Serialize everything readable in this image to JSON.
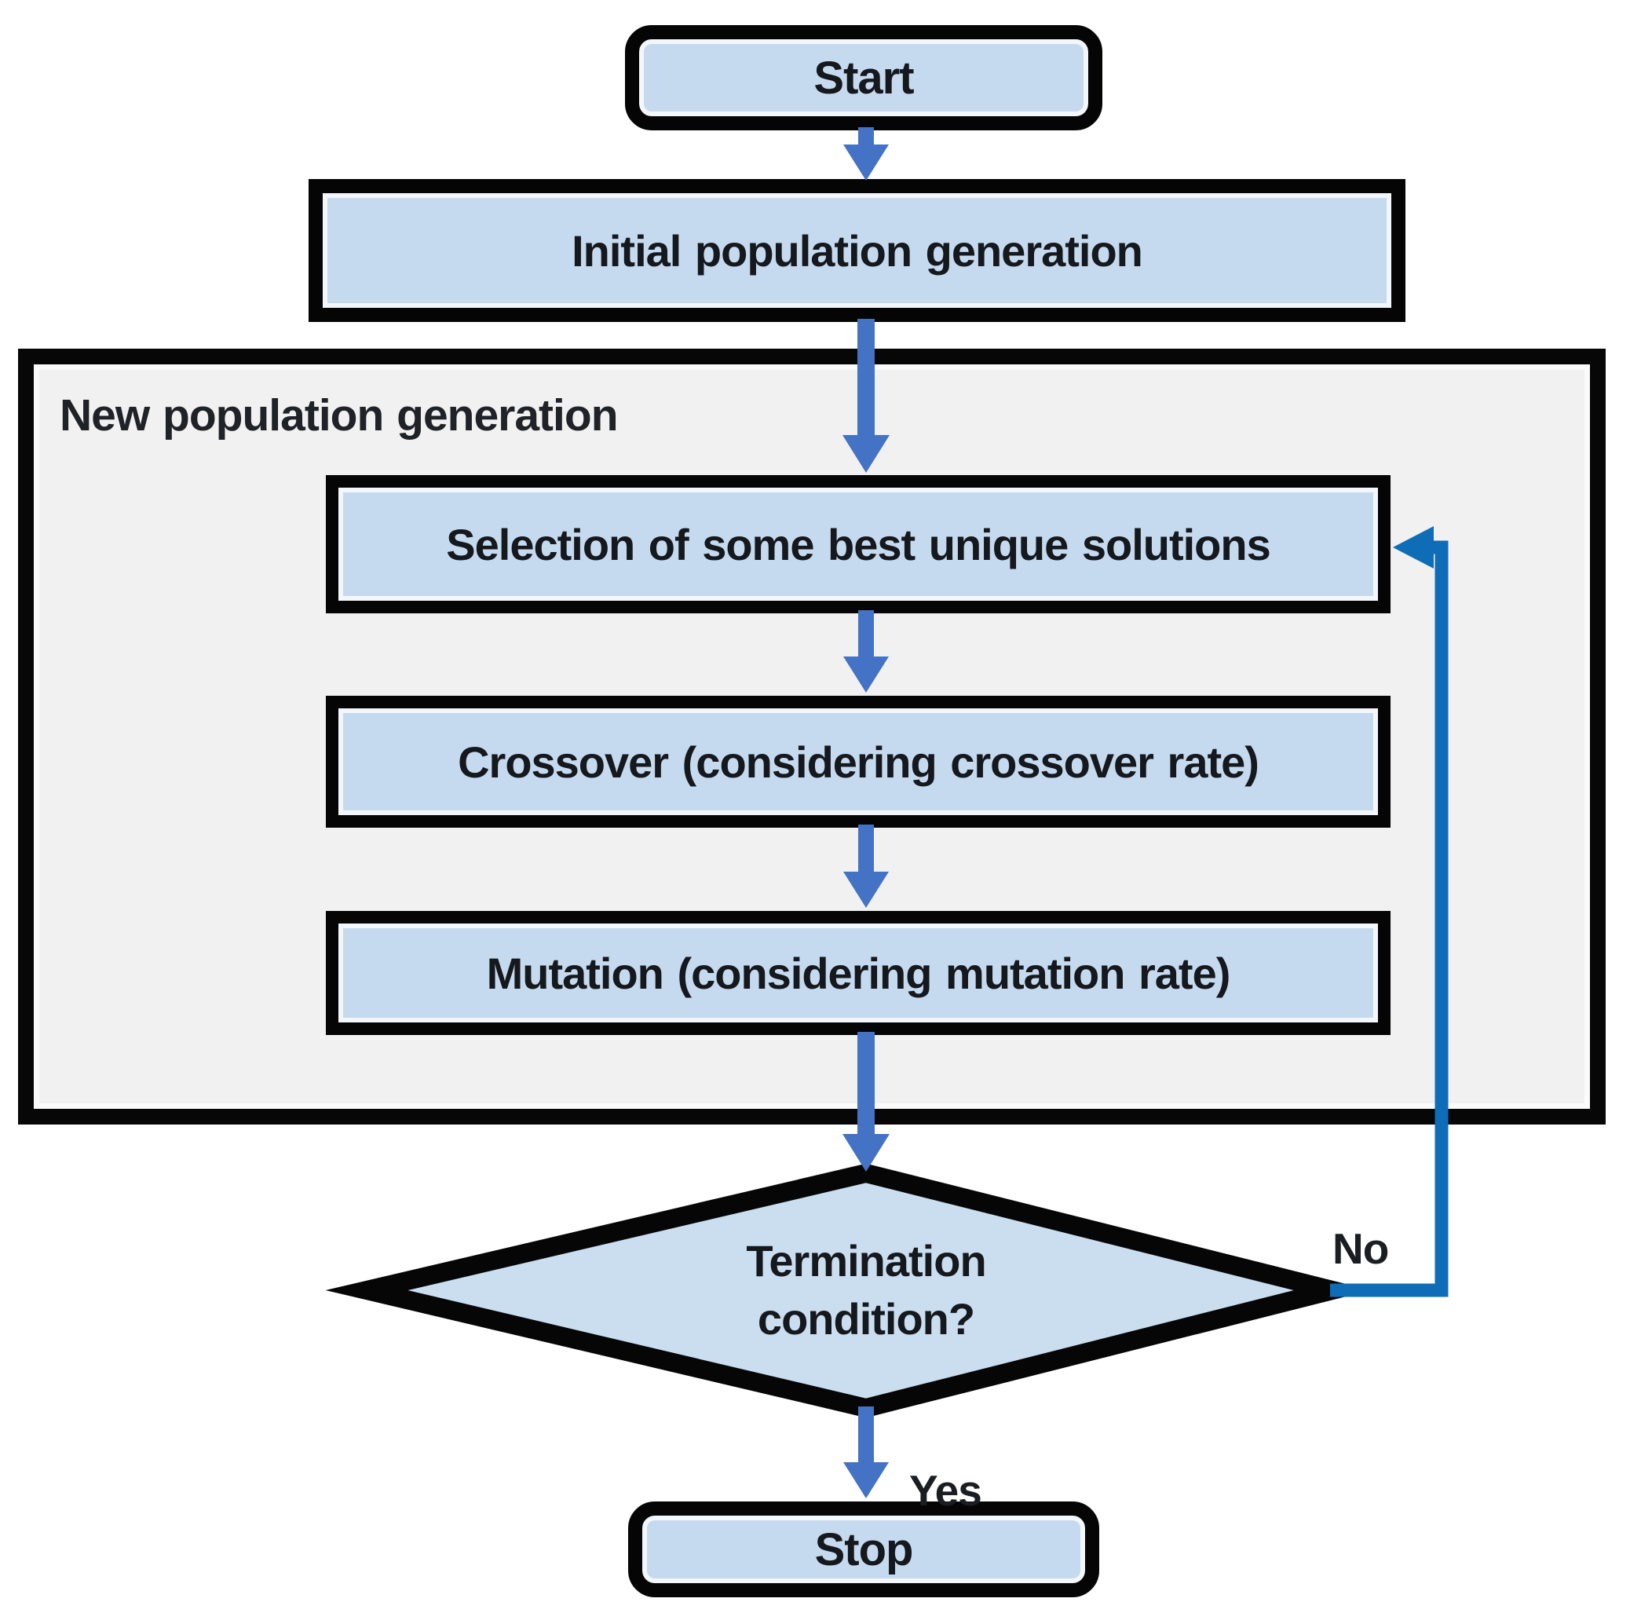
{
  "diagram": {
    "type": "flowchart",
    "subject": "genetic-algorithm-flow",
    "nodes": {
      "start": {
        "label": "Start",
        "shape": "rounded-rectangle"
      },
      "initial_population": {
        "label": "Initial population generation",
        "shape": "rectangle"
      },
      "new_population_group": {
        "label": "New population generation",
        "shape": "group-container"
      },
      "selection": {
        "label": "Selection of some best unique solutions",
        "shape": "rectangle"
      },
      "crossover": {
        "label": "Crossover (considering crossover rate)",
        "shape": "rectangle"
      },
      "mutation": {
        "label": "Mutation (considering mutation rate)",
        "shape": "rectangle"
      },
      "termination": {
        "label": "Termination condition?",
        "shape": "decision-diamond"
      },
      "stop": {
        "label": "Stop",
        "shape": "rounded-rectangle"
      }
    },
    "edges": [
      {
        "from": "start",
        "to": "initial_population",
        "label": ""
      },
      {
        "from": "initial_population",
        "to": "selection",
        "label": ""
      },
      {
        "from": "selection",
        "to": "crossover",
        "label": ""
      },
      {
        "from": "crossover",
        "to": "mutation",
        "label": ""
      },
      {
        "from": "mutation",
        "to": "termination",
        "label": ""
      },
      {
        "from": "termination",
        "to": "stop",
        "label": "Yes"
      },
      {
        "from": "termination",
        "to": "selection",
        "label": "No"
      }
    ],
    "edge_labels": {
      "yes": "Yes",
      "no": "No"
    },
    "colors": {
      "node_fill": "#c5daee",
      "decision_fill": "#cadef0",
      "group_fill": "#f1f1f1",
      "border": "#050505",
      "flow_arrow": "#4472c4",
      "loop_arrow": "#0e6db6",
      "text": "#15181d"
    }
  }
}
